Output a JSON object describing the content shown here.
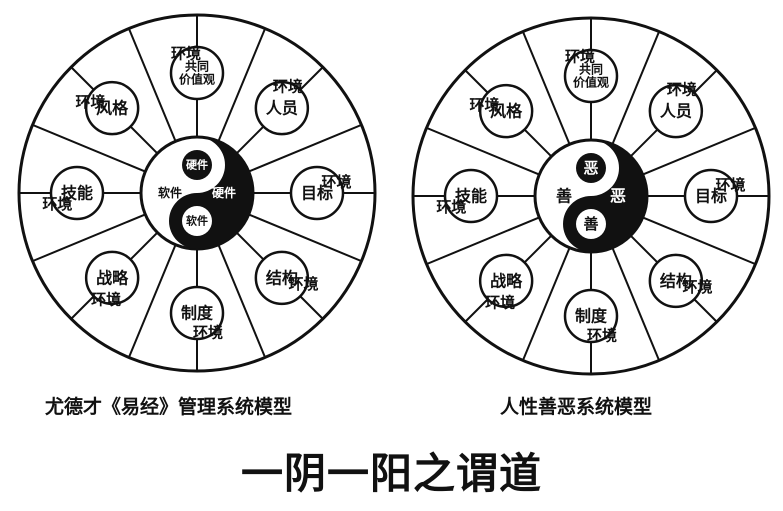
{
  "left_model": {
    "caption": "尤德才《易经》管理系统模型",
    "center": {
      "top": "硬件",
      "left": "软件",
      "right": "硬件",
      "bottom": "软件"
    },
    "nodes": [
      "共同\n价值观",
      "人员",
      "目标",
      "结构",
      "制度",
      "战略",
      "技能",
      "风格"
    ],
    "environment": [
      "环境",
      "环境",
      "环境",
      "环境",
      "环境",
      "环境",
      "环境",
      "环境"
    ]
  },
  "right_model": {
    "caption": "人性善恶系统模型",
    "center": {
      "top": "恶",
      "left": "善",
      "right": "恶",
      "bottom": "善"
    },
    "nodes": [
      "共同\n价值观",
      "人员",
      "目标",
      "结构",
      "制度",
      "战略",
      "技能",
      "风格"
    ],
    "environment": [
      "环境",
      "环境",
      "环境",
      "环境",
      "环境",
      "环境",
      "环境",
      "环境"
    ]
  },
  "title": "一阴一阳之谓道"
}
